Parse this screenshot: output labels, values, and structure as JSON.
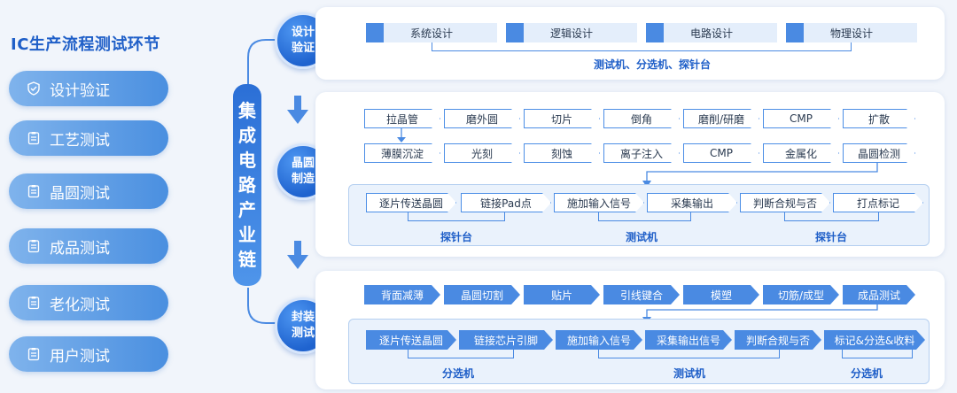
{
  "left": {
    "title": "IC生产流程测试环节",
    "items": [
      {
        "label": "设计验证",
        "icon": "shield-check-icon"
      },
      {
        "label": "工艺测试",
        "icon": "checklist-icon"
      },
      {
        "label": "晶圆测试",
        "icon": "checklist-icon"
      },
      {
        "label": "成品测试",
        "icon": "checklist-icon"
      },
      {
        "label": "老化测试",
        "icon": "checklist-icon"
      },
      {
        "label": "用户测试",
        "icon": "checklist-icon"
      }
    ]
  },
  "chain": {
    "label": [
      "集",
      "成",
      "电",
      "路",
      "产",
      "业",
      "链"
    ]
  },
  "stages": {
    "design": {
      "circle": [
        "设计",
        "验证"
      ],
      "steps": [
        "系统设计",
        "逻辑设计",
        "电路设计",
        "物理设计"
      ],
      "equipment": "测试机、分选机、探针台"
    },
    "wafer": {
      "circle": [
        "晶圆",
        "制造"
      ],
      "row1": [
        "拉晶管",
        "磨外圆",
        "切片",
        "倒角",
        "磨削/研磨",
        "CMP",
        "扩散"
      ],
      "row2": [
        "薄膜沉淀",
        "光刻",
        "刻蚀",
        "离子注入",
        "CMP",
        "金属化",
        "晶圆检测"
      ],
      "test_steps": [
        "逐片传送晶圆",
        "链接Pad点",
        "施加输入信号",
        "采集输出",
        "判断合规与否",
        "打点标记"
      ],
      "test_labels": [
        "探针台",
        "测试机",
        "探针台"
      ]
    },
    "package": {
      "circle": [
        "封装",
        "测试"
      ],
      "row1": [
        "背面减薄",
        "晶圆切割",
        "贴片",
        "引线键合",
        "模塑",
        "切筋/成型",
        "成品测试"
      ],
      "test_steps": [
        "逐片传送晶圆",
        "链接芯片引脚",
        "施加输入信号",
        "采集输出信号",
        "判断合规与否",
        "标记&分选&收料"
      ],
      "test_labels": [
        "分选机",
        "测试机",
        "分选机"
      ]
    }
  },
  "colors": {
    "accent": "#1f5fc8",
    "step_fill": "#4a8ae2",
    "pill": "#5a9be6"
  }
}
